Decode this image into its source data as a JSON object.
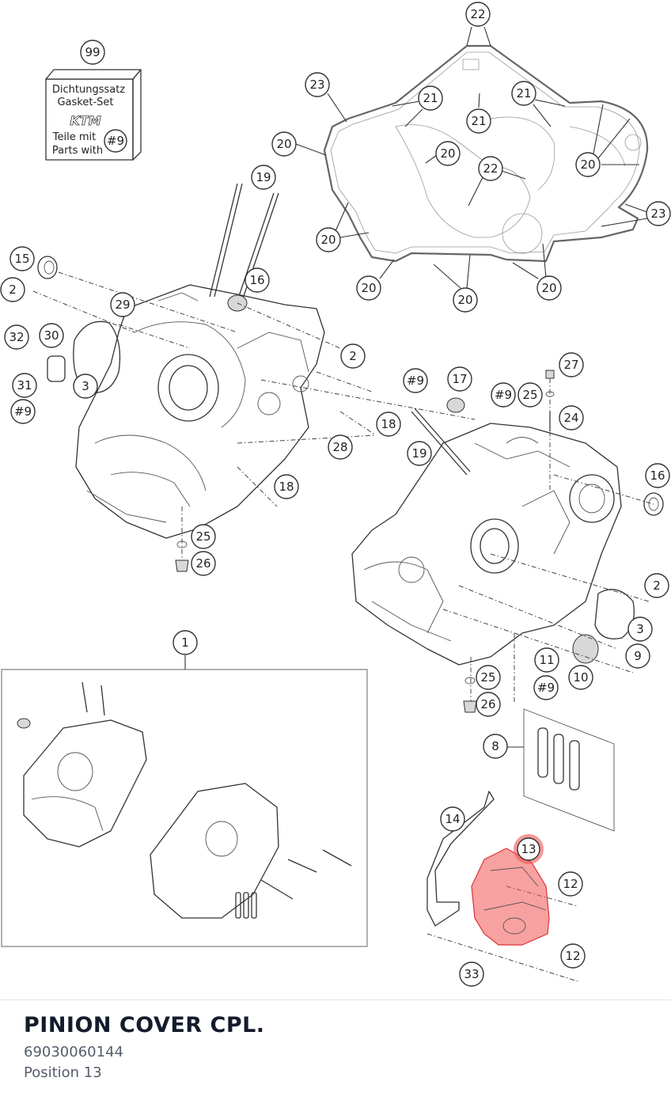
{
  "kit": {
    "number": "99",
    "line1": "Dichtungssatz",
    "line2": "Gasket-Set",
    "logo": "KTM",
    "line3": "Teile mit",
    "line4": "Parts with",
    "ref": "#9"
  },
  "callouts": [
    {
      "name": "callout-22-top",
      "label": "22"
    },
    {
      "name": "callout-23-left",
      "label": "23"
    },
    {
      "name": "callout-21-left",
      "label": "21"
    },
    {
      "name": "callout-21-center",
      "label": "21"
    },
    {
      "name": "callout-21-right",
      "label": "21"
    },
    {
      "name": "callout-20-upper-left",
      "label": "20"
    },
    {
      "name": "callout-20-inner",
      "label": "20"
    },
    {
      "name": "callout-22-mid",
      "label": "22"
    },
    {
      "name": "callout-20-right",
      "label": "20"
    },
    {
      "name": "callout-23-right",
      "label": "23"
    },
    {
      "name": "callout-20-left",
      "label": "20"
    },
    {
      "name": "callout-20-bottom-left",
      "label": "20"
    },
    {
      "name": "callout-20-bottom-mid",
      "label": "20"
    },
    {
      "name": "callout-20-bottom-right",
      "label": "20"
    },
    {
      "name": "callout-19-left",
      "label": "19"
    },
    {
      "name": "callout-15",
      "label": "15"
    },
    {
      "name": "callout-16-left",
      "label": "16"
    },
    {
      "name": "callout-2-far-left",
      "label": "2"
    },
    {
      "name": "callout-29",
      "label": "29"
    },
    {
      "name": "callout-32",
      "label": "32"
    },
    {
      "name": "callout-30",
      "label": "30"
    },
    {
      "name": "callout-3-left",
      "label": "3"
    },
    {
      "name": "callout-31",
      "label": "31"
    },
    {
      "name": "callout-9ref-left",
      "label": "#9"
    },
    {
      "name": "callout-2-mid",
      "label": "2"
    },
    {
      "name": "callout-9ref-mid",
      "label": "#9"
    },
    {
      "name": "callout-17",
      "label": "17"
    },
    {
      "name": "callout-27",
      "label": "27"
    },
    {
      "name": "callout-9ref-top",
      "label": "#9"
    },
    {
      "name": "callout-25-top",
      "label": "25"
    },
    {
      "name": "callout-24",
      "label": "24"
    },
    {
      "name": "callout-18-upper",
      "label": "18"
    },
    {
      "name": "callout-28",
      "label": "28"
    },
    {
      "name": "callout-19-right",
      "label": "19"
    },
    {
      "name": "callout-16-right",
      "label": "16"
    },
    {
      "name": "callout-18-lower",
      "label": "18"
    },
    {
      "name": "callout-25-left",
      "label": "25"
    },
    {
      "name": "callout-26-left",
      "label": "26"
    },
    {
      "name": "callout-2-right",
      "label": "2"
    },
    {
      "name": "callout-1",
      "label": "1"
    },
    {
      "name": "callout-3-right",
      "label": "3"
    },
    {
      "name": "callout-9",
      "label": "9"
    },
    {
      "name": "callout-11",
      "label": "11"
    },
    {
      "name": "callout-10",
      "label": "10"
    },
    {
      "name": "callout-9ref-low",
      "label": "#9"
    },
    {
      "name": "callout-25-right",
      "label": "25"
    },
    {
      "name": "callout-26-right",
      "label": "26"
    },
    {
      "name": "callout-8",
      "label": "8"
    },
    {
      "name": "callout-14",
      "label": "14"
    },
    {
      "name": "callout-13",
      "label": "13"
    },
    {
      "name": "callout-12-upper",
      "label": "12"
    },
    {
      "name": "callout-12-lower",
      "label": "12"
    },
    {
      "name": "callout-33",
      "label": "33"
    }
  ],
  "footer": {
    "title": "PINION COVER CPL.",
    "part_number": "69030060144",
    "position": "Position 13"
  },
  "colors": {
    "highlight": "#f05454",
    "title": "#141c2b",
    "subtext": "#555d6b"
  }
}
